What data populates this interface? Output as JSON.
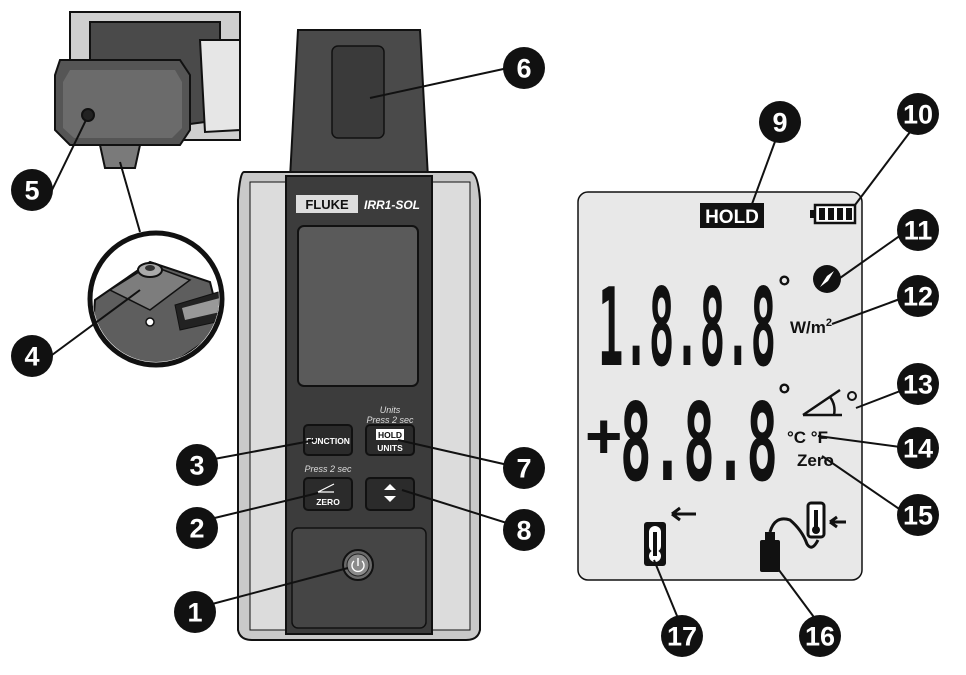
{
  "device": {
    "brand": "FLUKE",
    "model": "IRR1-SOL",
    "buttons": {
      "function": "FUNCTION",
      "hold": "HOLD",
      "units": "UNITS",
      "units_hint_1": "Units",
      "units_hint_2": "Press 2 sec",
      "zero": "ZERO",
      "zero_hint": "Press 2 sec"
    }
  },
  "lcd": {
    "hold": "HOLD",
    "primary_digits": "1.8.8.8",
    "secondary_sign": "+",
    "secondary_digits": "8.8.8",
    "unit_irradiance_base": "W/m",
    "unit_irradiance_exp": "2",
    "unit_temp": "°C °F",
    "zero": "Zero",
    "degree": "°"
  },
  "callouts": [
    "1",
    "2",
    "3",
    "4",
    "5",
    "6",
    "7",
    "8",
    "9",
    "10",
    "11",
    "12",
    "13",
    "14",
    "15",
    "16",
    "17"
  ],
  "colors": {
    "ink": "#111111",
    "body_grey": "#8a8a8a",
    "dark_face": "#3c3c3c",
    "lcd_bg": "#e8e8e8"
  }
}
